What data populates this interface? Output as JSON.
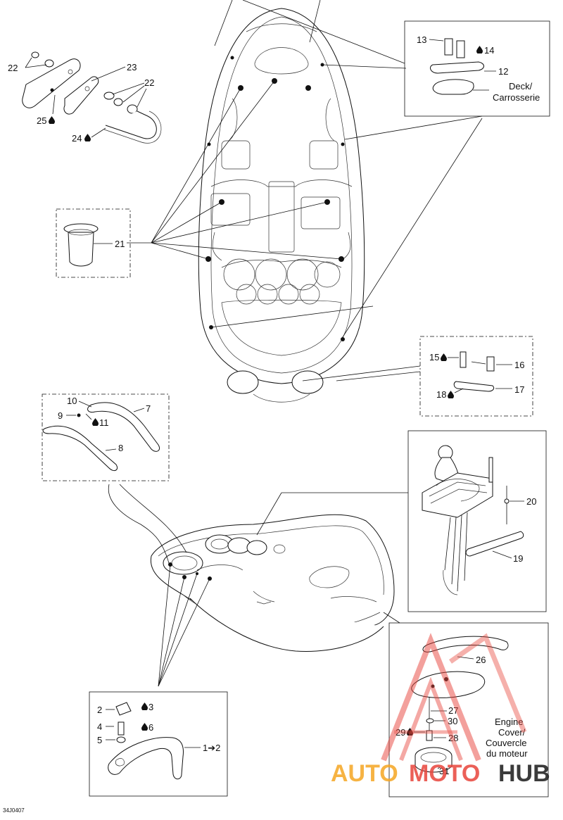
{
  "diagram_code": "34J0407",
  "watermark": {
    "text_auto": "AUTO",
    "text_moto": "MOTO",
    "text_hub": "HUB",
    "color_orange": "#F5A623",
    "color_red": "#E8453C",
    "color_dark": "#1A1A1A"
  },
  "labels": {
    "deck": "Deck/",
    "carrosserie": "Carrosserie",
    "engine": "Engine",
    "cover": "Cover/",
    "couvercle": "Couvercle",
    "du_moteur": "du moteur",
    "arrow_target": "1➔2"
  },
  "callouts": {
    "n1": "1",
    "n2": "2",
    "n3": "3",
    "n4": "4",
    "n5": "5",
    "n6": "6",
    "n7": "7",
    "n8": "8",
    "n9": "9",
    "n10": "10",
    "n11": "11",
    "n12": "12",
    "n13": "13",
    "n14": "14",
    "n15": "15",
    "n16": "16",
    "n17": "17",
    "n18": "18",
    "n19": "19",
    "n20": "20",
    "n21": "21",
    "n22": "22",
    "n23": "23",
    "n24": "24",
    "n25": "25",
    "n26": "26",
    "n27": "27",
    "n28": "28",
    "n29": "29",
    "n30": "30",
    "n31": "31"
  }
}
